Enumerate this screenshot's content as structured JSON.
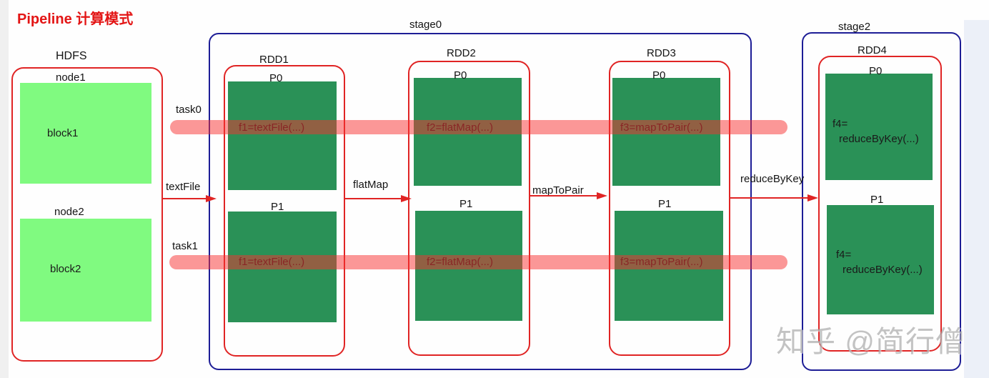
{
  "title": "Pipeline 计算模式",
  "watermark": "知乎 @简行僧",
  "colors": {
    "title_red": "#e31515",
    "box_red": "#e02424",
    "box_blue": "#1d1d96",
    "partition_green": "#2a9157",
    "block_green": "#80fa80",
    "task_bar_pink": "rgba(247,48,48,0.5)"
  },
  "hdfs": {
    "label": "HDFS",
    "nodes": [
      {
        "name": "node1",
        "block": "block1"
      },
      {
        "name": "node2",
        "block": "block2"
      }
    ]
  },
  "stages": [
    {
      "label": "stage0"
    },
    {
      "label": "stage2"
    }
  ],
  "rdds": [
    {
      "label": "RDD1",
      "partitions": [
        {
          "name": "P0",
          "func": "f1=textFile(...)"
        },
        {
          "name": "P1",
          "func": "f1=textFile(...)"
        }
      ]
    },
    {
      "label": "RDD2",
      "partitions": [
        {
          "name": "P0",
          "func": "f2=flatMap(...)"
        },
        {
          "name": "P1",
          "func": "f2=flatMap(...)"
        }
      ]
    },
    {
      "label": "RDD3",
      "partitions": [
        {
          "name": "P0",
          "func": "f3=mapToPair(...)"
        },
        {
          "name": "P1",
          "func": "f3=mapToPair(...)"
        }
      ]
    },
    {
      "label": "RDD4",
      "partitions": [
        {
          "name": "P0",
          "func_line1": "f4=",
          "func_line2": "reduceByKey(...)"
        },
        {
          "name": "P1",
          "func_line1": "f4=",
          "func_line2": "reduceByKey(...)"
        }
      ]
    }
  ],
  "tasks": [
    {
      "label": "task0"
    },
    {
      "label": "task1"
    }
  ],
  "operations": [
    {
      "label": "textFile"
    },
    {
      "label": "flatMap"
    },
    {
      "label": "mapToPair"
    },
    {
      "label": "reduceByKey"
    }
  ]
}
